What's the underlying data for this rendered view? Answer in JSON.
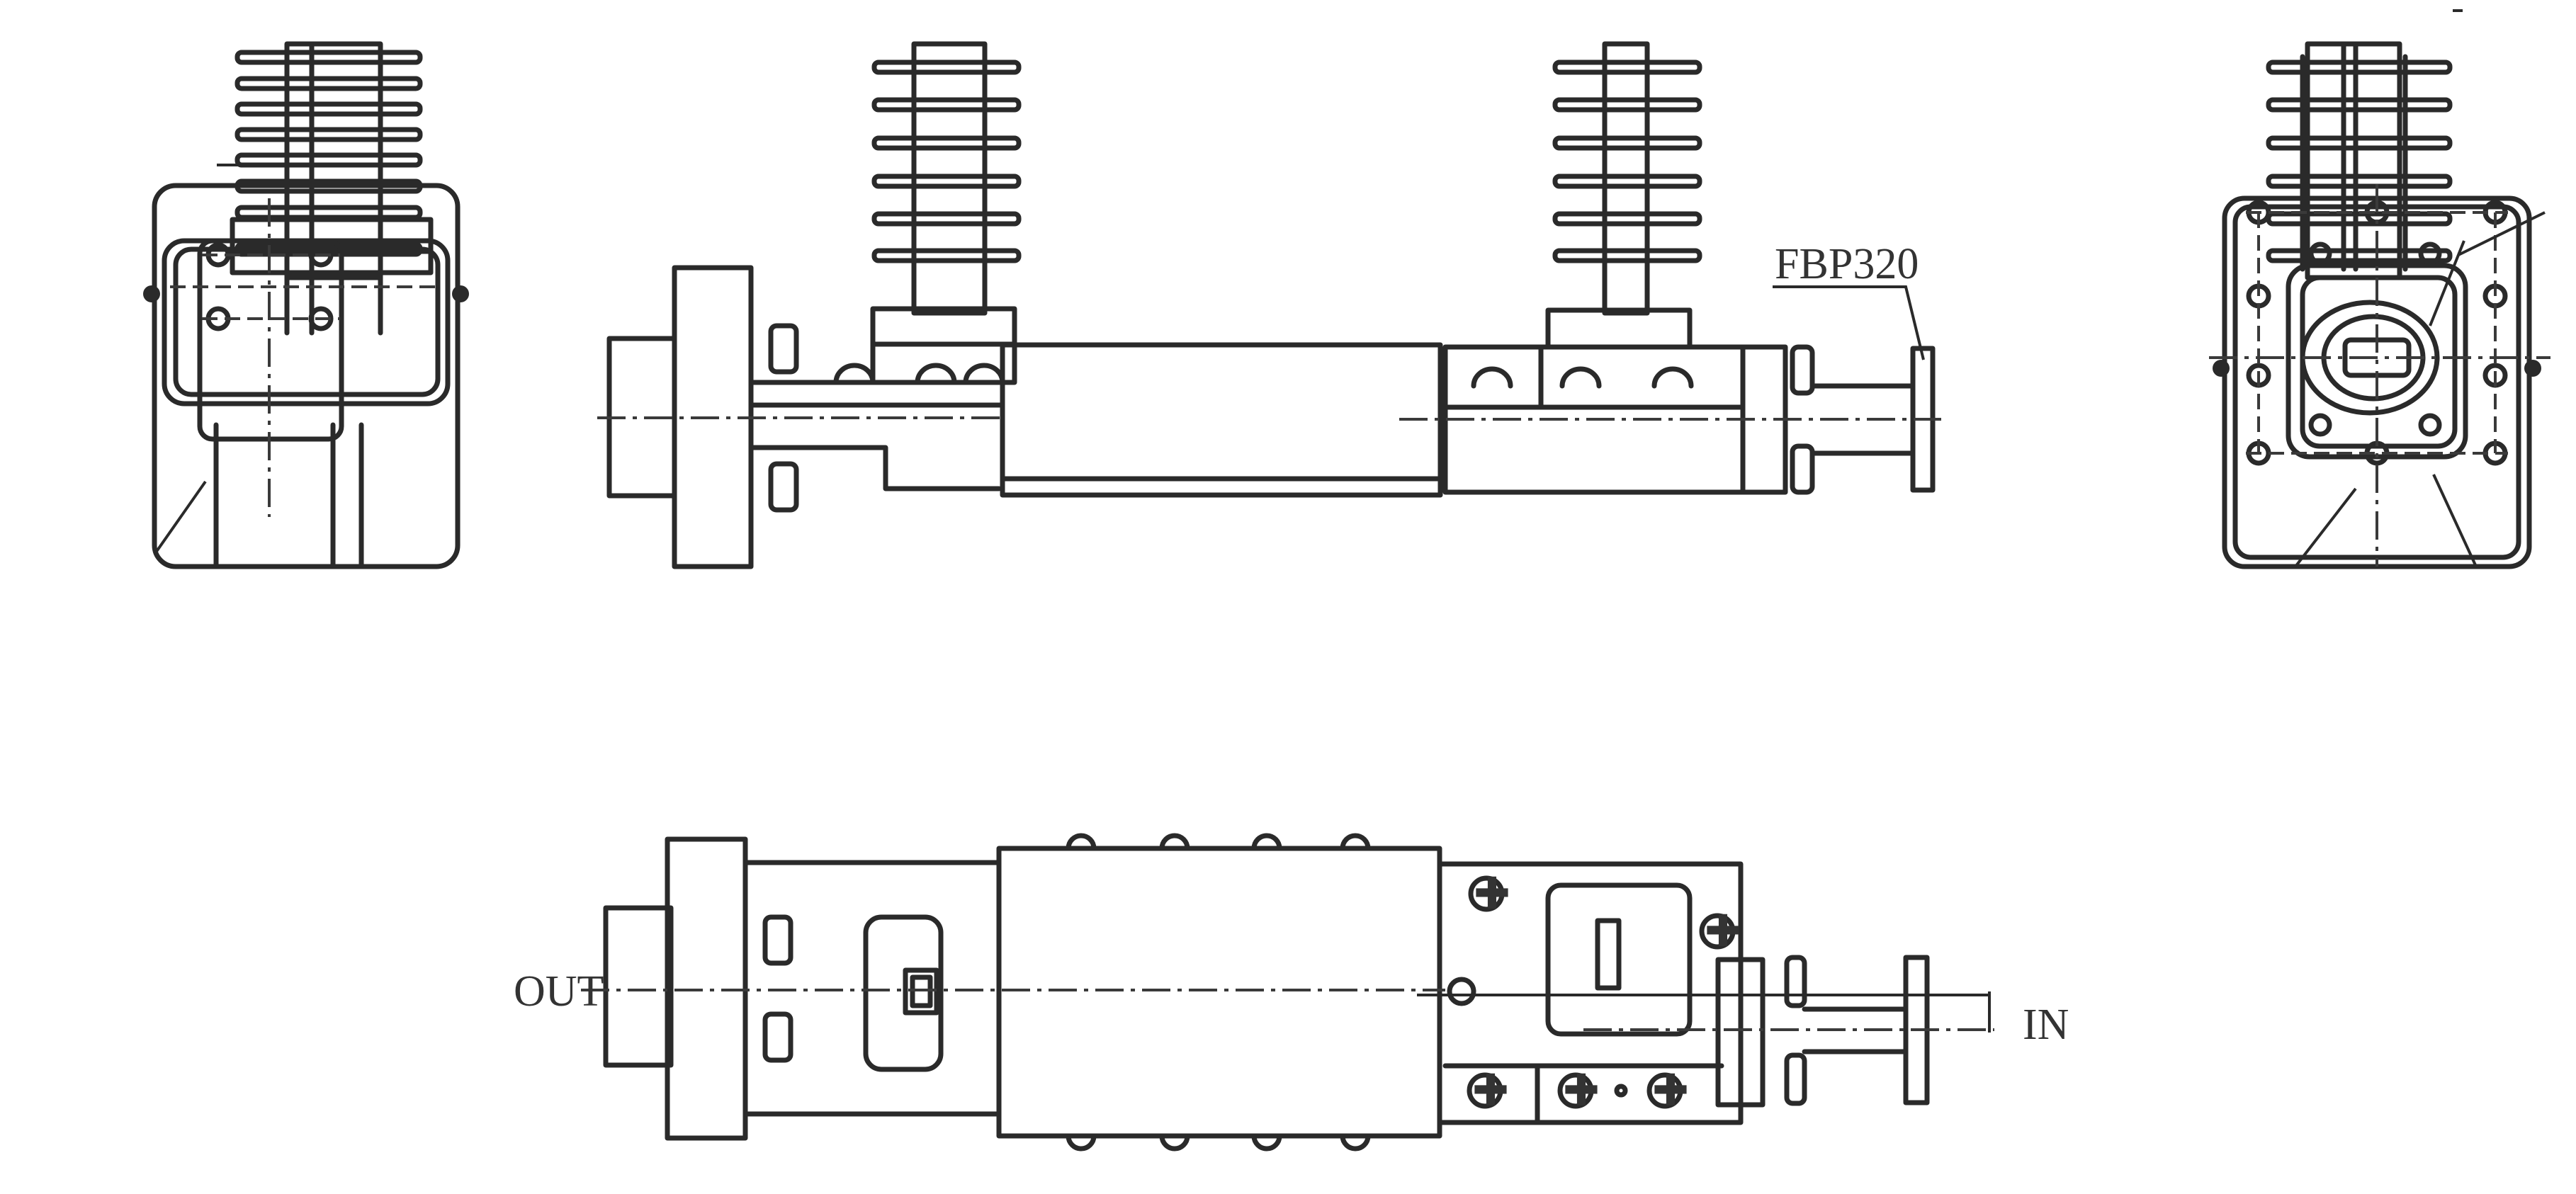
{
  "drawing": {
    "type": "engineering-drawing",
    "subject": "waveguide band-pass filter assembly",
    "views": [
      {
        "name": "left-end-view",
        "description": "End view with cooling fins"
      },
      {
        "name": "front-elevation",
        "description": "Side elevation with two finned posts"
      },
      {
        "name": "right-end-view",
        "description": "Flange face view with bolt pattern"
      },
      {
        "name": "plan-view",
        "description": "Top/plan view with screws"
      }
    ],
    "labels": {
      "part_number": "FBP320",
      "output_port": "OUT",
      "input_port": "IN"
    },
    "fin_count_per_post": 6,
    "colors": {
      "line": "#2a2a2a",
      "background": "#ffffff"
    }
  }
}
